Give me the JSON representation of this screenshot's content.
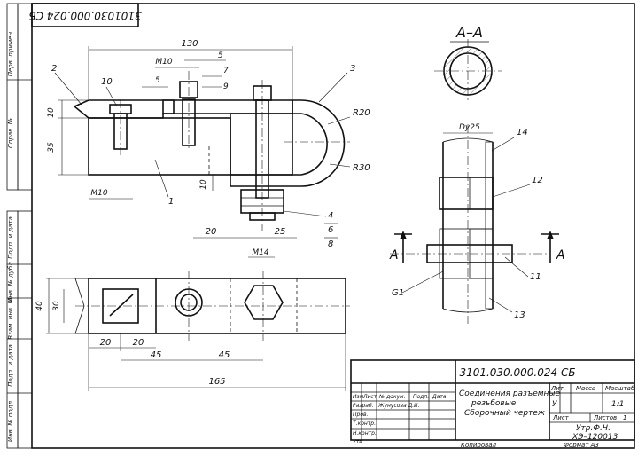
{
  "stamp_rotated": "3101030.000.024 СБ",
  "section_title": "А–А",
  "section_marks": [
    "А",
    "А"
  ],
  "dims": {
    "d130": "130",
    "d10a": "10",
    "m10_top": "M10",
    "d5a": "5",
    "d5b": "5",
    "d10_left": "10",
    "d35": "35",
    "m10_bottom": "M10",
    "d10_mid": "10",
    "d20a": "20",
    "d25": "25",
    "m14": "M14",
    "r20": "R20",
    "r30": "R30",
    "dy25": "Dy25",
    "g1": "G1",
    "d40": "40",
    "d30": "30",
    "d20b": "20",
    "d20c": "20",
    "d45a": "45",
    "d45b": "45",
    "d165": "165"
  },
  "leaders": [
    "1",
    "2",
    "3",
    "4",
    "5",
    "6",
    "7",
    "8",
    "9",
    "10",
    "11",
    "12",
    "13",
    "14"
  ],
  "side_strip": [
    "Перв. примен.",
    "Справ. №",
    "Подп. и дата",
    "Инв. № дубл.",
    "Взам. инв. №",
    "Подп. и дата",
    "Инв. № подл."
  ],
  "title_block": {
    "doc_number": "3101.030.000.024 СБ",
    "name_line1": "Соединения разъемные",
    "name_line2": "резьбовые",
    "name_line3": "Сборочный чертеж",
    "col_headers": [
      "Изм",
      "Лист",
      "№ докум.",
      "Подп.",
      "Дата"
    ],
    "rows": [
      "Разраб.",
      "Пров.",
      "Т.контр.",
      "Н.контр.",
      "Утв."
    ],
    "developer": "Жунусова Д.И.",
    "lit_label": "Лит.",
    "mass_label": "Масса",
    "scale_label": "Масштаб",
    "lit_value": "У",
    "scale_value": "1:1",
    "sheet_label": "Лист",
    "sheets_label": "Листов",
    "sheets_value": "1",
    "org_line1": "Утр.Ф.Ч.",
    "org_line2": "ХЭ–120013",
    "copied": "Копировал",
    "format": "Формат  А3"
  }
}
